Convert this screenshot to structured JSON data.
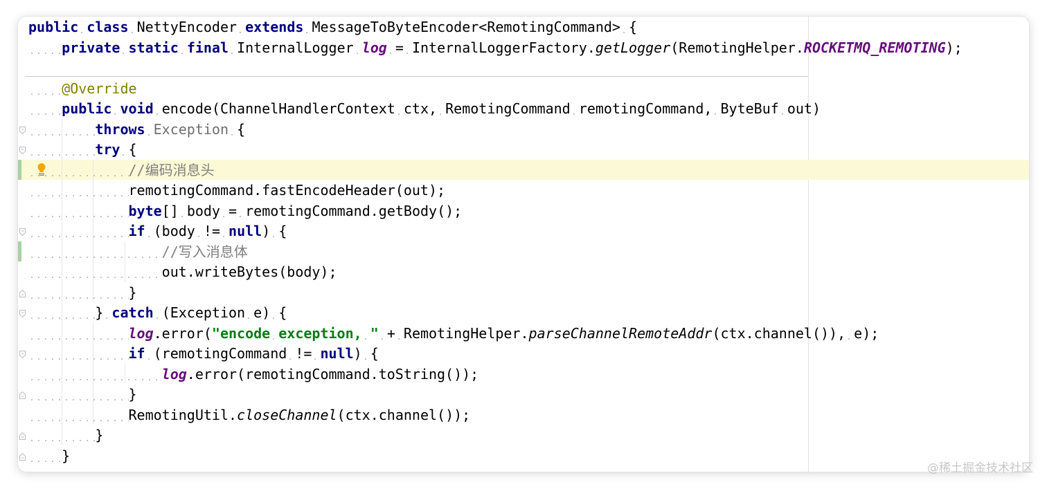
{
  "editor": {
    "language": "java",
    "highlight_color": "#fcfad6",
    "change_bar_color": "#a6d3a1",
    "lines": [
      {
        "indent": 0,
        "fold": "",
        "tokens": [
          [
            "kw",
            "public"
          ],
          [
            "sp",
            " "
          ],
          [
            "kw",
            "class"
          ],
          [
            "sp",
            " "
          ],
          [
            "t",
            "NettyEncoder"
          ],
          [
            "sp",
            " "
          ],
          [
            "kw",
            "extends"
          ],
          [
            "sp",
            " "
          ],
          [
            "t",
            "MessageToByteEncoder<RemotingCommand>"
          ],
          [
            "sp",
            " "
          ],
          [
            "t",
            "{"
          ]
        ]
      },
      {
        "indent": 4,
        "fold": "",
        "tokens": [
          [
            "kw",
            "private"
          ],
          [
            "sp",
            " "
          ],
          [
            "kw",
            "static"
          ],
          [
            "sp",
            " "
          ],
          [
            "kw",
            "final"
          ],
          [
            "sp",
            " "
          ],
          [
            "t",
            "InternalLogger"
          ],
          [
            "sp",
            " "
          ],
          [
            "fld",
            "log"
          ],
          [
            "sp",
            " "
          ],
          [
            "t",
            "="
          ],
          [
            "sp",
            " "
          ],
          [
            "t",
            "InternalLoggerFactory."
          ],
          [
            "it",
            "getLogger"
          ],
          [
            "t",
            "(RemotingHelper."
          ],
          [
            "fld",
            "ROCKETMQ_REMOTING"
          ],
          [
            "t",
            ");"
          ]
        ]
      },
      {
        "indent": 0,
        "fold": "",
        "tokens": []
      },
      {
        "indent": 4,
        "fold": "",
        "tokens": [
          [
            "ann",
            "@Override"
          ]
        ]
      },
      {
        "indent": 4,
        "fold": "",
        "tokens": [
          [
            "kw",
            "public"
          ],
          [
            "sp",
            " "
          ],
          [
            "kw",
            "void"
          ],
          [
            "sp",
            " "
          ],
          [
            "t",
            "encode(ChannelHandlerContext"
          ],
          [
            "sp",
            " "
          ],
          [
            "t",
            "ctx,"
          ],
          [
            "sp",
            " "
          ],
          [
            "t",
            "RemotingCommand"
          ],
          [
            "sp",
            " "
          ],
          [
            "t",
            "remotingCommand,"
          ],
          [
            "sp",
            " "
          ],
          [
            "t",
            "ByteBuf"
          ],
          [
            "sp",
            " "
          ],
          [
            "t",
            "out)"
          ]
        ]
      },
      {
        "indent": 8,
        "fold": "open",
        "tokens": [
          [
            "kw",
            "throws"
          ],
          [
            "sp",
            " "
          ],
          [
            "gr",
            "Exception"
          ],
          [
            "sp",
            " "
          ],
          [
            "t",
            "{"
          ]
        ]
      },
      {
        "indent": 8,
        "fold": "open",
        "tokens": [
          [
            "kw",
            "try"
          ],
          [
            "sp",
            " "
          ],
          [
            "t",
            "{"
          ]
        ]
      },
      {
        "indent": 12,
        "fold": "",
        "highlight": true,
        "change": true,
        "bulb": true,
        "tokens": [
          [
            "cm",
            "//编码消息头"
          ]
        ]
      },
      {
        "indent": 12,
        "fold": "",
        "tokens": [
          [
            "t",
            "remotingCommand.fastEncodeHeader(out);"
          ]
        ]
      },
      {
        "indent": 12,
        "fold": "",
        "tokens": [
          [
            "kw",
            "byte"
          ],
          [
            "t",
            "[]"
          ],
          [
            "sp",
            " "
          ],
          [
            "t",
            "body"
          ],
          [
            "sp",
            " "
          ],
          [
            "t",
            "="
          ],
          [
            "sp",
            " "
          ],
          [
            "t",
            "remotingCommand.getBody();"
          ]
        ]
      },
      {
        "indent": 12,
        "fold": "open",
        "tokens": [
          [
            "kw",
            "if"
          ],
          [
            "sp",
            " "
          ],
          [
            "t",
            "(body"
          ],
          [
            "sp",
            " "
          ],
          [
            "t",
            "!="
          ],
          [
            "sp",
            " "
          ],
          [
            "kw",
            "null"
          ],
          [
            "t",
            ")"
          ],
          [
            "sp",
            " "
          ],
          [
            "t",
            "{"
          ]
        ]
      },
      {
        "indent": 16,
        "fold": "",
        "change": true,
        "tokens": [
          [
            "cm",
            "//写入消息体"
          ]
        ]
      },
      {
        "indent": 16,
        "fold": "",
        "tokens": [
          [
            "t",
            "out.writeBytes(body);"
          ]
        ]
      },
      {
        "indent": 12,
        "fold": "close",
        "tokens": [
          [
            "t",
            "}"
          ]
        ]
      },
      {
        "indent": 8,
        "fold": "open",
        "tokens": [
          [
            "t",
            "}"
          ],
          [
            "sp",
            " "
          ],
          [
            "kw",
            "catch"
          ],
          [
            "sp",
            " "
          ],
          [
            "t",
            "(Exception"
          ],
          [
            "sp",
            " "
          ],
          [
            "t",
            "e)"
          ],
          [
            "sp",
            " "
          ],
          [
            "t",
            "{"
          ]
        ]
      },
      {
        "indent": 12,
        "fold": "",
        "tokens": [
          [
            "fld",
            "log"
          ],
          [
            "t",
            ".error("
          ],
          [
            "str",
            "\"encode"
          ],
          [
            "sp",
            " "
          ],
          [
            "str",
            "exception,"
          ],
          [
            "sp",
            " "
          ],
          [
            "str",
            "\""
          ],
          [
            "sp",
            " "
          ],
          [
            "t",
            "+"
          ],
          [
            "sp",
            " "
          ],
          [
            "t",
            "RemotingHelper."
          ],
          [
            "it",
            "parseChannelRemoteAddr"
          ],
          [
            "t",
            "(ctx.channel()),"
          ],
          [
            "sp",
            " "
          ],
          [
            "t",
            "e);"
          ]
        ]
      },
      {
        "indent": 12,
        "fold": "open",
        "tokens": [
          [
            "kw",
            "if"
          ],
          [
            "sp",
            " "
          ],
          [
            "t",
            "(remotingCommand"
          ],
          [
            "sp",
            " "
          ],
          [
            "t",
            "!="
          ],
          [
            "sp",
            " "
          ],
          [
            "kw",
            "null"
          ],
          [
            "t",
            ")"
          ],
          [
            "sp",
            " "
          ],
          [
            "t",
            "{"
          ]
        ]
      },
      {
        "indent": 16,
        "fold": "",
        "tokens": [
          [
            "fld",
            "log"
          ],
          [
            "t",
            ".error(remotingCommand.toString());"
          ]
        ]
      },
      {
        "indent": 12,
        "fold": "close",
        "tokens": [
          [
            "t",
            "}"
          ]
        ]
      },
      {
        "indent": 12,
        "fold": "",
        "tokens": [
          [
            "t",
            "RemotingUtil."
          ],
          [
            "it",
            "closeChannel"
          ],
          [
            "t",
            "(ctx.channel());"
          ]
        ]
      },
      {
        "indent": 8,
        "fold": "close",
        "tokens": [
          [
            "t",
            "}"
          ]
        ]
      },
      {
        "indent": 4,
        "fold": "close",
        "tokens": [
          [
            "t",
            "}"
          ]
        ]
      }
    ]
  },
  "watermark": "@稀土掘金技术社区"
}
